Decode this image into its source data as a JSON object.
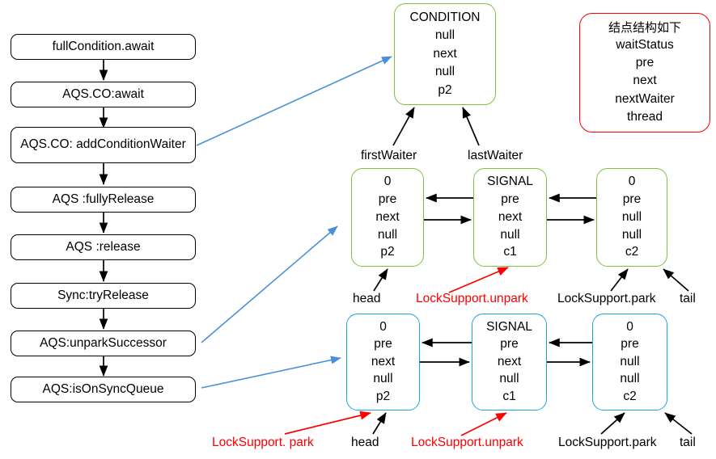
{
  "diagram": {
    "title": "AQS Condition await / release node queue diagram",
    "colors": {
      "flow_border": "#000000",
      "condition_border": "#7cc242",
      "sync_green_border": "#7cc242",
      "sync_blue_border": "#21a4dd",
      "legend_border": "#ff0000",
      "annotation_red": "#ff0000",
      "connector_blue": "#4a90d9",
      "link_arrow": "#000000"
    }
  },
  "flow": {
    "steps": [
      {
        "label": "fullCondition.await"
      },
      {
        "label": "AQS.CO:await"
      },
      {
        "label_line1": "AQS.CO:",
        "label_line2": "addConditionWaiter"
      },
      {
        "label": "AQS :fullyRelease"
      },
      {
        "label": "AQS :release"
      },
      {
        "label": "Sync:tryRelease"
      },
      {
        "label": "AQS:unparkSuccessor"
      },
      {
        "label": "AQS:isOnSyncQueue"
      }
    ]
  },
  "condition_node": {
    "fields": [
      "CONDITION",
      "null",
      "next",
      "null",
      "p2"
    ],
    "pointer_labels": {
      "first": "firstWaiter",
      "last": "lastWaiter"
    }
  },
  "legend": {
    "heading": "结点结构如下",
    "fields": [
      "waitStatus",
      "pre",
      "next",
      "nextWaiter",
      "thread"
    ]
  },
  "sync_queue_green": {
    "nodes": [
      {
        "fields": [
          "0",
          "pre",
          "next",
          "null",
          "p2"
        ]
      },
      {
        "fields": [
          "SIGNAL",
          "pre",
          "next",
          "null",
          "c1"
        ]
      },
      {
        "fields": [
          "0",
          "pre",
          "null",
          "null",
          "c2"
        ]
      }
    ],
    "annotations": [
      {
        "text": "head",
        "color": "black"
      },
      {
        "text": "LockSupport.unpark",
        "color": "red"
      },
      {
        "text": "LockSupport.park",
        "color": "black"
      },
      {
        "text": "tail",
        "color": "black"
      }
    ]
  },
  "sync_queue_blue": {
    "nodes": [
      {
        "fields": [
          "0",
          "pre",
          "next",
          "null",
          "p2"
        ]
      },
      {
        "fields": [
          "SIGNAL",
          "pre",
          "next",
          "null",
          "c1"
        ]
      },
      {
        "fields": [
          "0",
          "pre",
          "null",
          "null",
          "c2"
        ]
      }
    ],
    "annotations": [
      {
        "text": "LockSupport. park",
        "color": "red"
      },
      {
        "text": "head",
        "color": "black"
      },
      {
        "text": "LockSupport.unpark",
        "color": "red"
      },
      {
        "text": "LockSupport.park",
        "color": "black"
      },
      {
        "text": "tail",
        "color": "black"
      }
    ]
  }
}
